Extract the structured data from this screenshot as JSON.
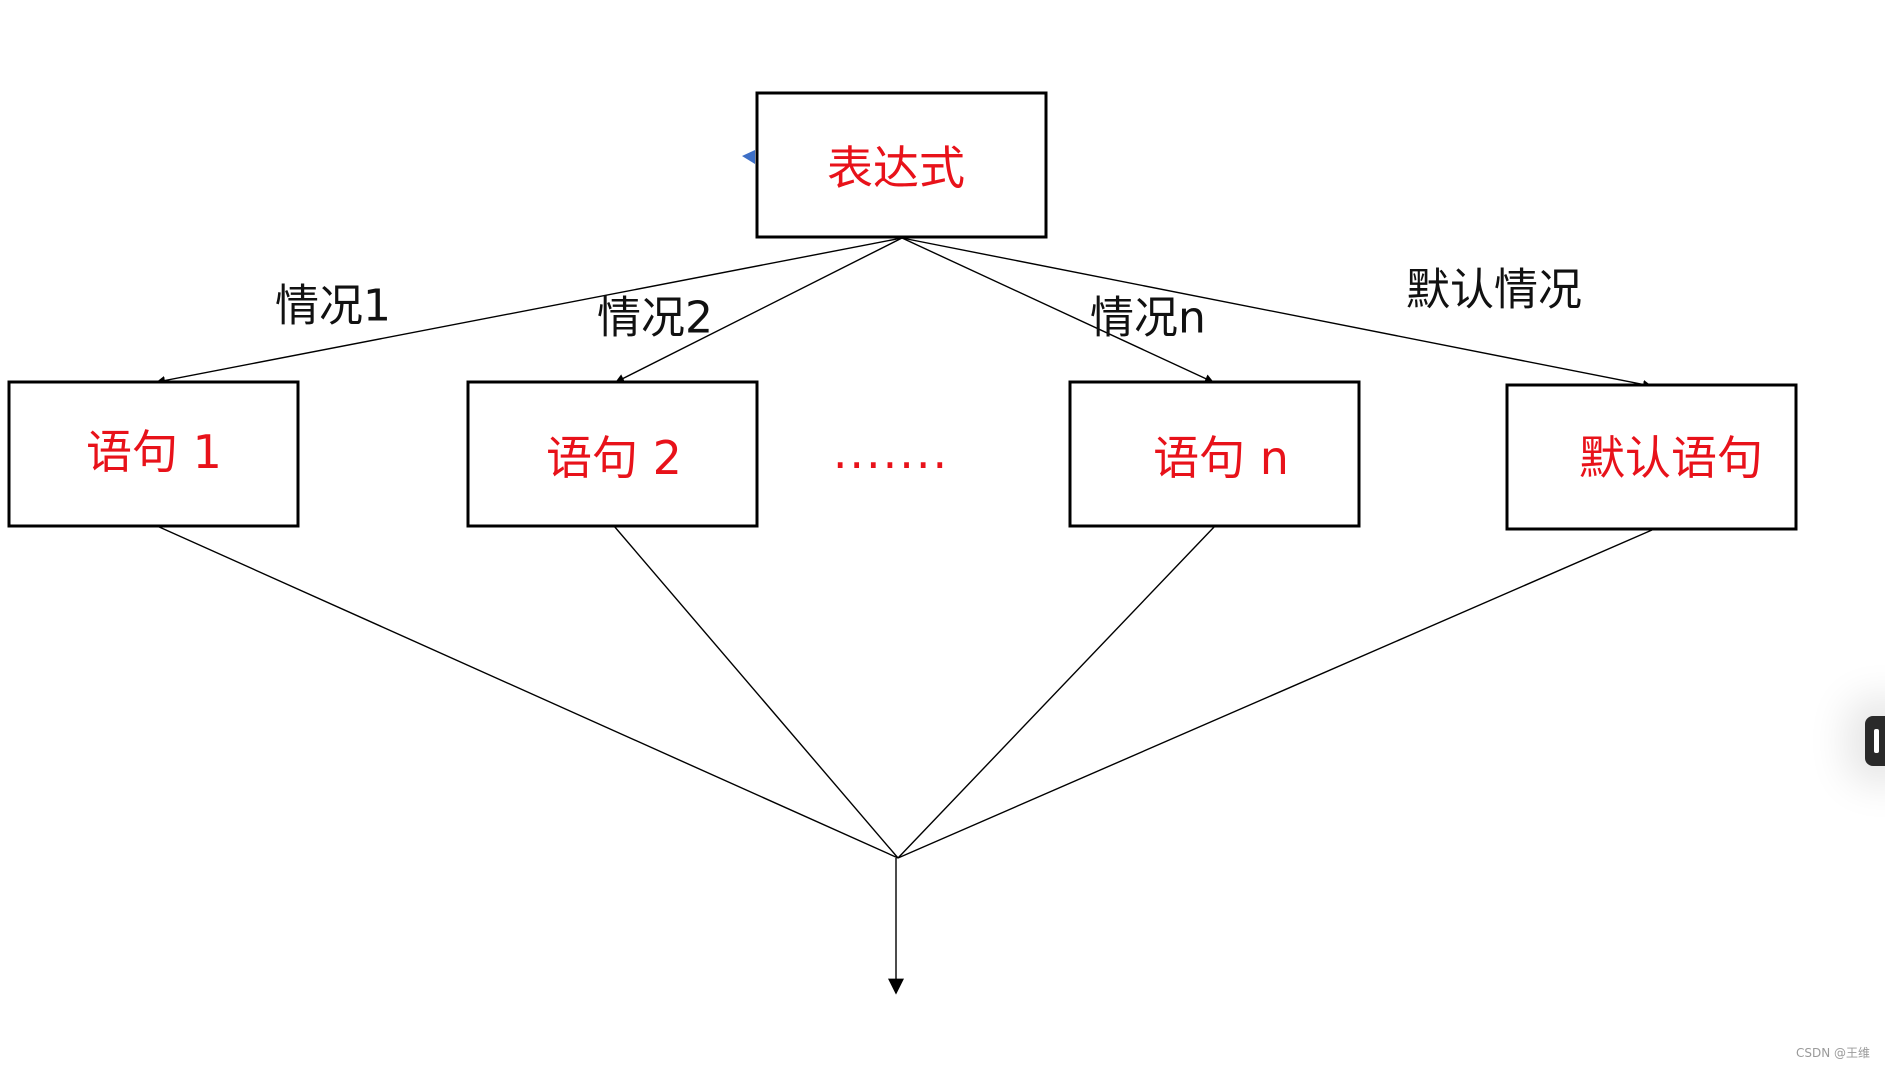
{
  "nodes": {
    "expression": "表达式",
    "statement_1": "语句 1",
    "statement_2": "语句 2",
    "ellipsis": ".......",
    "statement_n": "语句 n",
    "default_statement": "默认语句"
  },
  "edge_labels": {
    "case_1": "情况1",
    "case_2": "情况2",
    "case_n": "情况n",
    "default_case": "默认情况"
  },
  "watermark": "CSDN @王维",
  "colors": {
    "node_text": "#e8121a",
    "label_text": "#111111",
    "lines": "#000000",
    "marker": "#3d6fc6"
  }
}
